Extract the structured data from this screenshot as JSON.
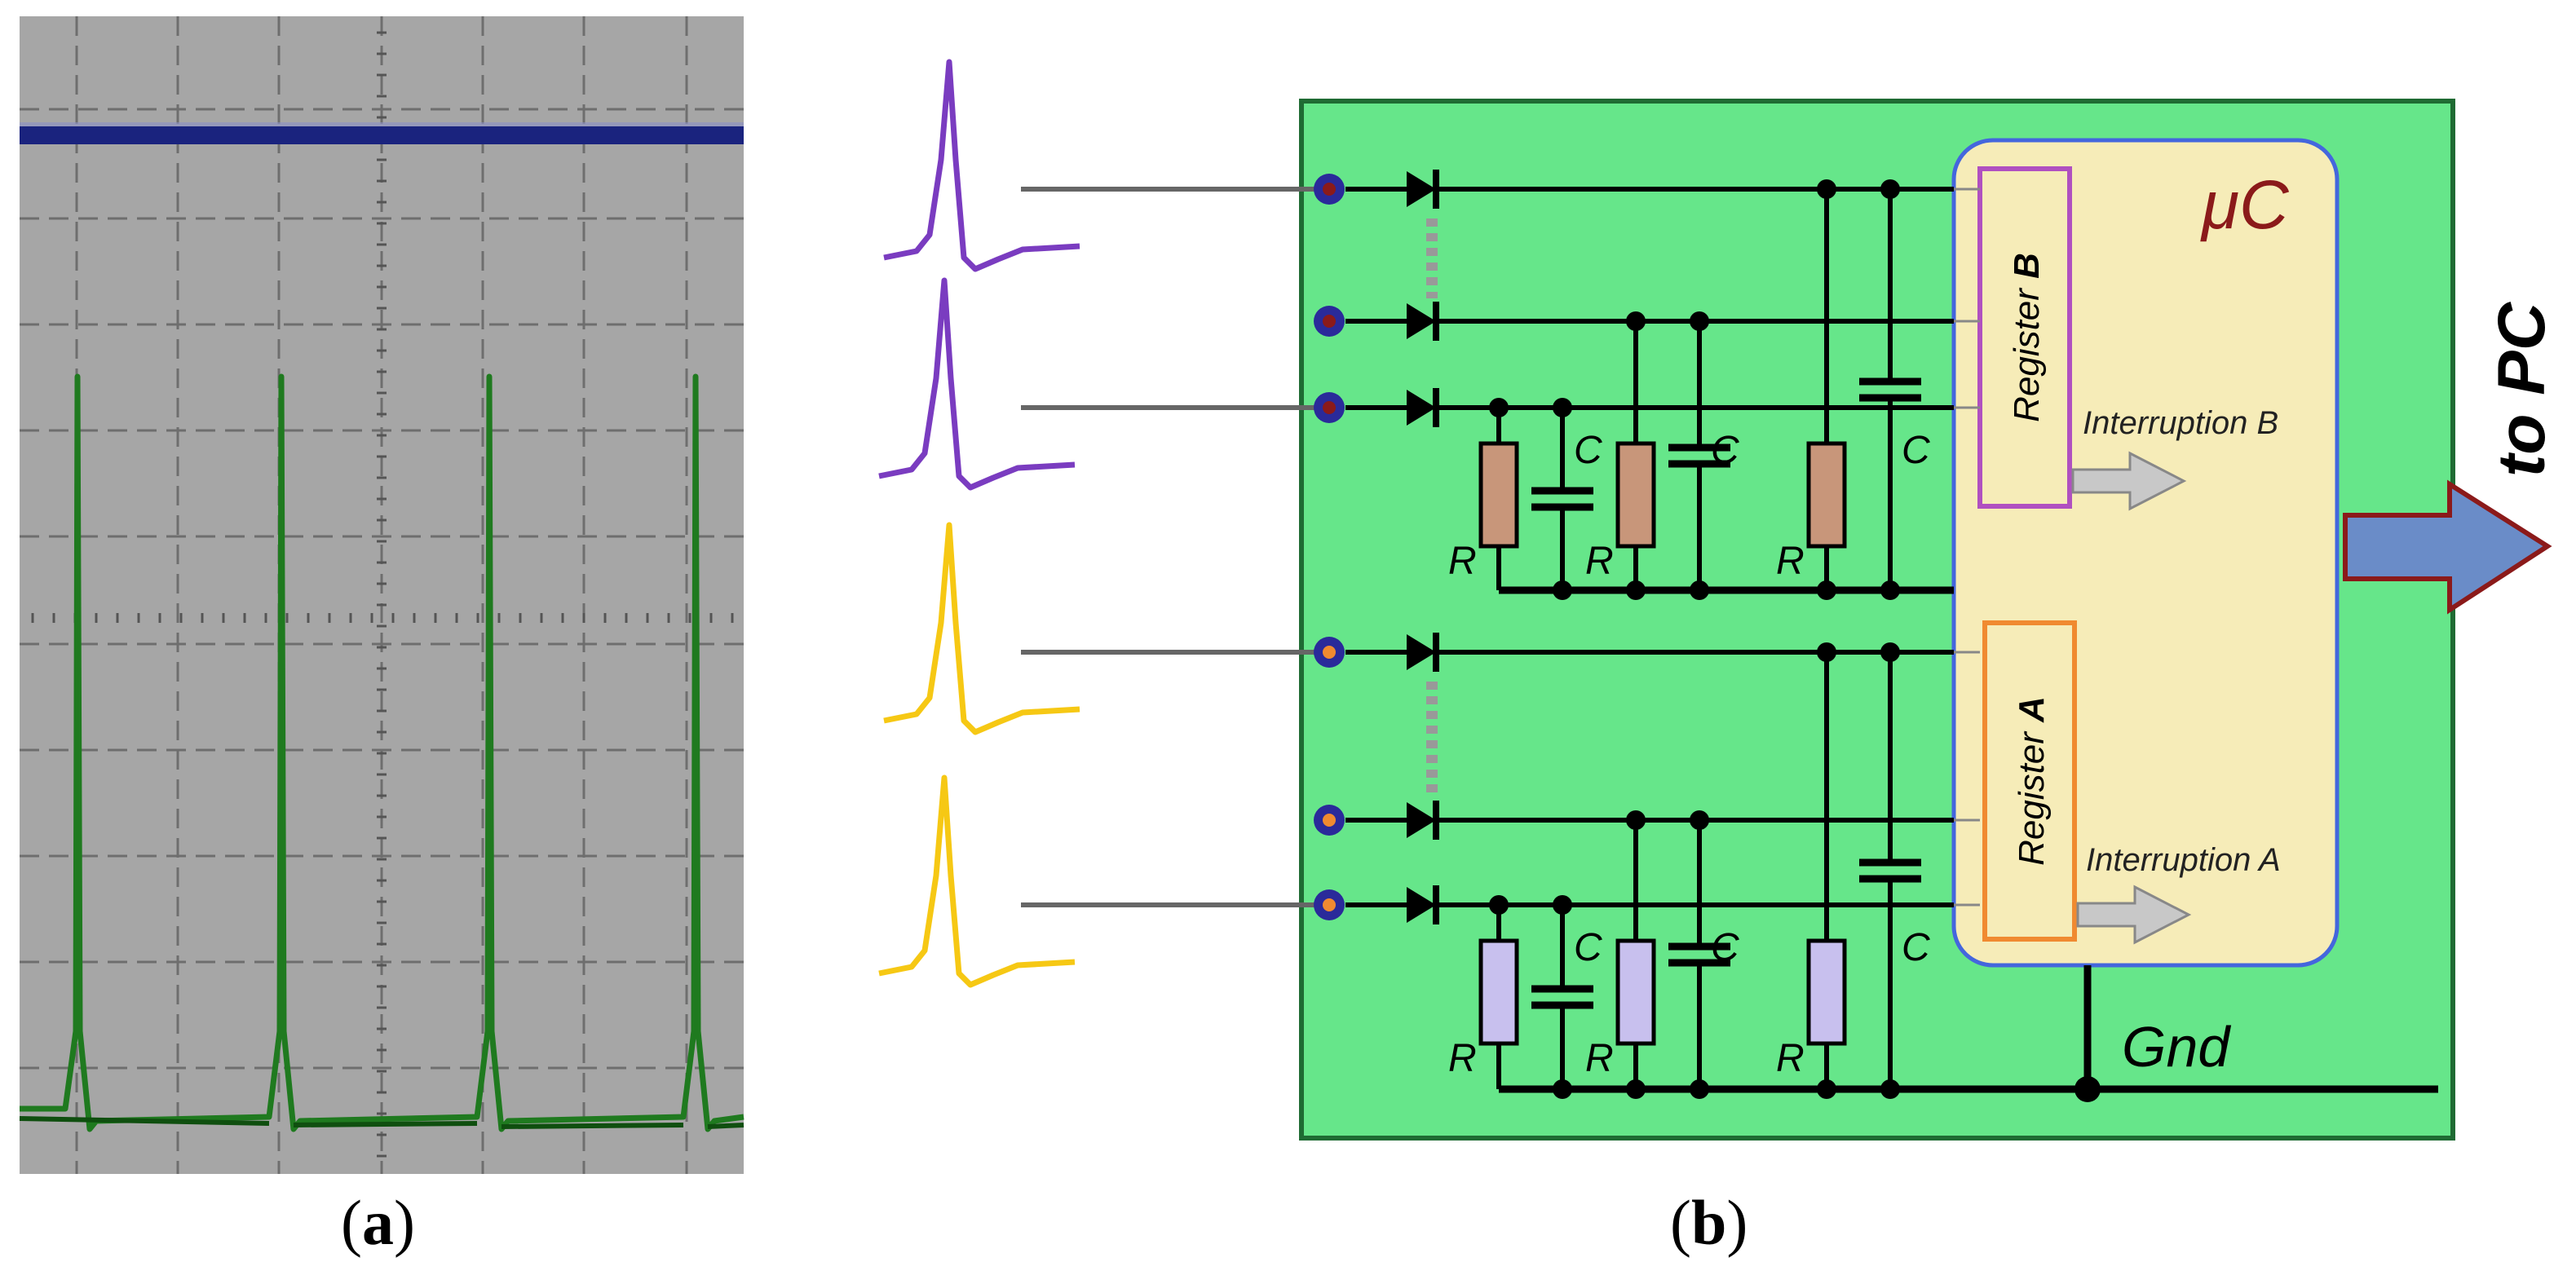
{
  "panels": {
    "a": {
      "open": "(",
      "letter": "a",
      "close": ")"
    },
    "b": {
      "open": "(",
      "letter": "b",
      "close": ")"
    }
  },
  "circuit": {
    "mcu_label": "μC",
    "register_b": {
      "prefix": "Register ",
      "letter": "B"
    },
    "register_a": {
      "prefix": "Register ",
      "letter": "A"
    },
    "interruption_b": "Interruption B",
    "interruption_a": "Interruption A",
    "output_label": "to PC",
    "ground_label": "Gnd",
    "resistor_label": "R",
    "capacitor_label": "C"
  },
  "colors": {
    "board": "#66e68a",
    "board_border": "#1f6b33",
    "mcu_fill": "#f6ecb8",
    "mcu_border": "#4466dd",
    "register_b_border": "#b050c0",
    "register_a_border": "#f08a30",
    "pulse_b": "#7a3cc0",
    "pulse_a": "#f6c814",
    "resistor_b": "#c8967a",
    "resistor_a": "#c8c0ee",
    "output_arrow": "#6a8cc8",
    "output_arrow_border": "#8b1a1a",
    "scope_bg": "#a6a6a6",
    "scope_trace_top": "#1a237e",
    "scope_trace_bottom": "#1f7a1f"
  }
}
